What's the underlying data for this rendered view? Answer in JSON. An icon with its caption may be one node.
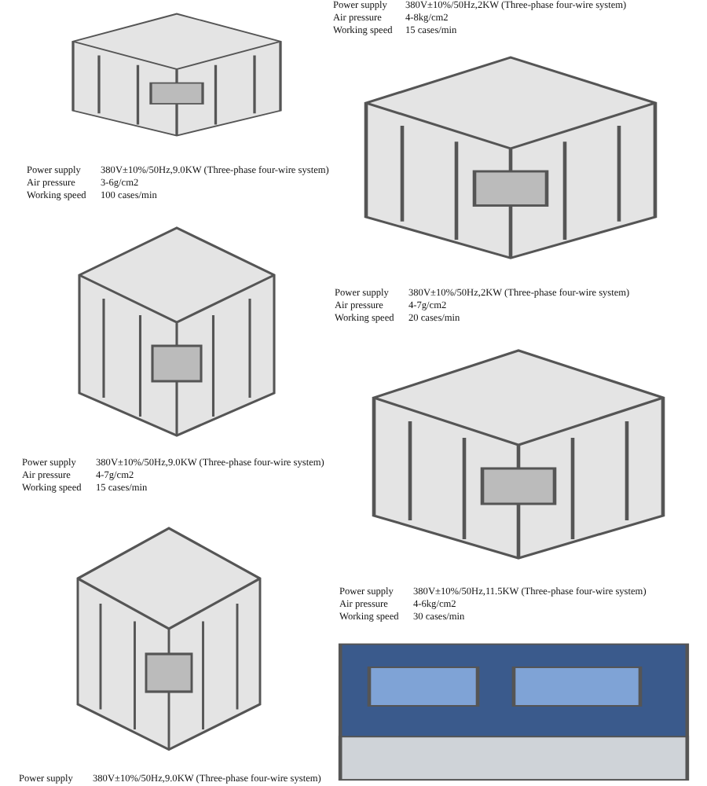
{
  "diagram": {
    "labels": [
      "Power supply",
      "380V±10%/50Hz,2KW (Three-phase four-wire system)",
      "Air pressure",
      "4-8kg/cm2",
      "Working speed",
      "15 cases/min",
      "Power supply",
      "380V±10%/50Hz,9.0KW (Three-phase four-wire system)",
      "Air pressure",
      "3-6g/cm2",
      "Working speed",
      "100 cases/min",
      "Power supply",
      "380V±10%/50Hz,2KW (Three-phase four-wire system)",
      "Air pressure",
      "4-7g/cm2",
      "Working speed",
      "20 cases/min",
      "Power supply",
      "380V±10%/50Hz,9.0KW (Three-phase four-wire system)",
      "Air pressure",
      "4-7g/cm2",
      "Working speed",
      "15 cases/min",
      "Power supply",
      "380V±10%/50Hz,11.5KW (Three-phase four-wire system)",
      "Air pressure",
      "4-6kg/cm2",
      "Working speed",
      "30 cases/min",
      "Power supply",
      "380V±10%/50Hz,9.0KW (Three-phase four-wire system)"
    ]
  }
}
